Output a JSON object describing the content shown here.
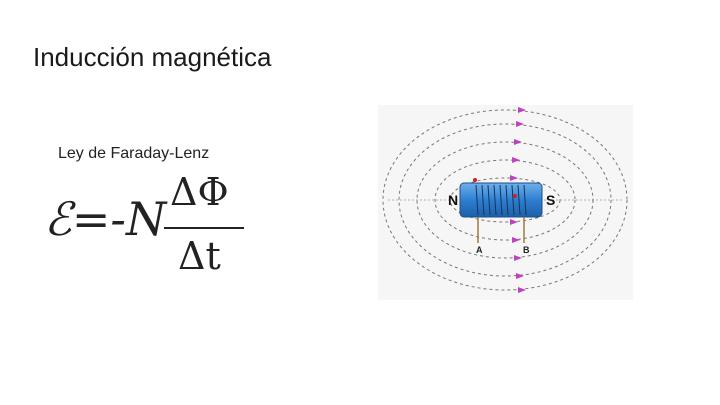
{
  "slide": {
    "title": "Inducción magnética",
    "subtitle": "Ley de Faraday-Lenz",
    "formula": {
      "lhs": "ℰ=-N",
      "numerator": "ΔΦ",
      "denominator": "Δt"
    },
    "diagram": {
      "north_label": "N",
      "south_label": "S",
      "terminal_a": "A",
      "terminal_b": "B",
      "coil_color": "#2e7fd0",
      "field_arrow_color": "#c040c0"
    }
  }
}
